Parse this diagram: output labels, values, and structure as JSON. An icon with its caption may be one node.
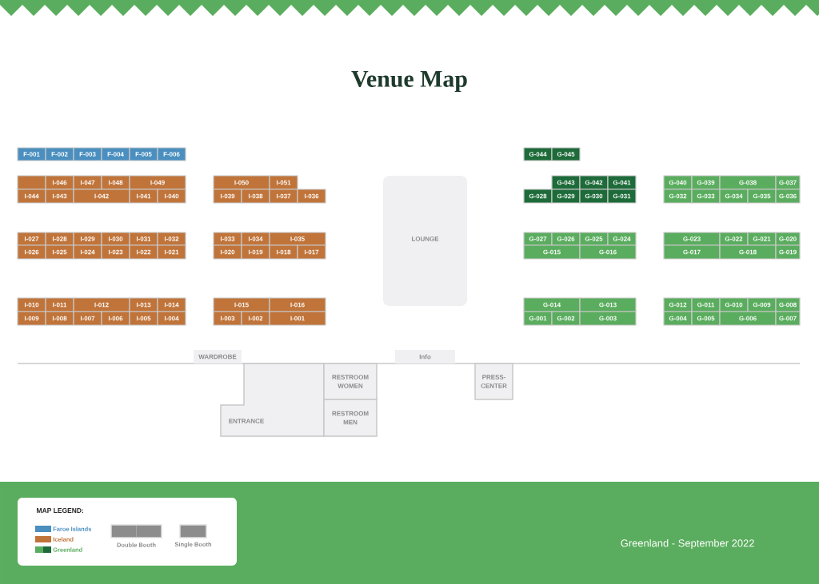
{
  "diagram": {
    "title": "Venue Map",
    "nodes": [
      {
        "text": [
          "F-001"
        ]
      },
      {
        "text": [
          "F-002"
        ]
      },
      {
        "text": [
          "F-003"
        ]
      },
      {
        "text": [
          "F-004"
        ]
      },
      {
        "text": [
          "F-005"
        ]
      },
      {
        "text": [
          "F-006"
        ]
      },
      {
        "text": [
          "G-044"
        ]
      },
      {
        "text": [
          "G-045"
        ]
      },
      {
        "text": [],
        "shape": "box"
      },
      {
        "text": [
          "I-046"
        ]
      },
      {
        "text": [
          "I-047"
        ]
      },
      {
        "text": [
          "I-048"
        ]
      },
      {
        "text": [
          "I-049"
        ]
      },
      {
        "text": [
          "I-050"
        ]
      },
      {
        "text": [
          "I-051"
        ]
      },
      {
        "text": [
          "G-043"
        ]
      },
      {
        "text": [
          "G-042"
        ]
      },
      {
        "text": [
          "G-041"
        ]
      },
      {
        "text": [
          "G-040"
        ]
      },
      {
        "text": [
          "G-039"
        ]
      },
      {
        "text": [
          "G-038"
        ]
      },
      {
        "text": [
          "G-037"
        ]
      },
      {
        "text": [
          "I-044"
        ]
      },
      {
        "text": [
          "I-043"
        ]
      },
      {
        "text": [
          "I-042"
        ]
      },
      {
        "text": [
          "I-041"
        ]
      },
      {
        "text": [
          "I-040"
        ]
      },
      {
        "text": [
          "I-039"
        ]
      },
      {
        "text": [
          "I-038"
        ]
      },
      {
        "text": [
          "I-037"
        ]
      },
      {
        "text": [
          "I-036"
        ]
      },
      {
        "text": [
          "G-028"
        ]
      },
      {
        "text": [
          "G-029"
        ]
      },
      {
        "text": [
          "G-030"
        ]
      },
      {
        "text": [
          "G-031"
        ]
      },
      {
        "text": [
          "G-032"
        ]
      },
      {
        "text": [
          "G-033"
        ]
      },
      {
        "text": [
          "G-034"
        ]
      },
      {
        "text": [
          "G-035"
        ]
      },
      {
        "text": [
          "G-036"
        ]
      },
      {
        "text": [
          "LOUNGE"
        ]
      },
      {
        "text": [
          "I-027"
        ]
      },
      {
        "text": [
          "I-028"
        ]
      },
      {
        "text": [
          "I-029"
        ]
      },
      {
        "text": [
          "I-030"
        ]
      },
      {
        "text": [
          "I-031"
        ]
      },
      {
        "text": [
          "I-032"
        ]
      },
      {
        "text": [
          "I-033"
        ]
      },
      {
        "text": [
          "I-034"
        ]
      },
      {
        "text": [
          "I-035"
        ]
      },
      {
        "text": [
          "G-027"
        ]
      },
      {
        "text": [
          "G-026"
        ]
      },
      {
        "text": [
          "G-025"
        ]
      },
      {
        "text": [
          "G-024"
        ]
      },
      {
        "text": [
          "G-023"
        ]
      },
      {
        "text": [
          "G-022"
        ]
      },
      {
        "text": [
          "G-021"
        ]
      },
      {
        "text": [
          "G-020"
        ]
      },
      {
        "text": [
          "I-026"
        ]
      },
      {
        "text": [
          "I-025"
        ]
      },
      {
        "text": [
          "I-024"
        ]
      },
      {
        "text": [
          "I-023"
        ]
      },
      {
        "text": [
          "I-022"
        ]
      },
      {
        "text": [
          "I-021"
        ]
      },
      {
        "text": [
          "I-020"
        ]
      },
      {
        "text": [
          "I-019"
        ]
      },
      {
        "text": [
          "I-018"
        ]
      },
      {
        "text": [
          "I-017"
        ]
      },
      {
        "text": [
          "G-015"
        ]
      },
      {
        "text": [
          "G-016"
        ]
      },
      {
        "text": [
          "G-017"
        ]
      },
      {
        "text": [
          "G-018"
        ]
      },
      {
        "text": [
          "G-019"
        ]
      },
      {
        "text": [
          "I-010"
        ]
      },
      {
        "text": [
          "I-011"
        ]
      },
      {
        "text": [
          "I-012"
        ]
      },
      {
        "text": [
          "I-013"
        ]
      },
      {
        "text": [
          "I-014"
        ]
      },
      {
        "text": [
          "I-015"
        ]
      },
      {
        "text": [
          "I-016"
        ]
      },
      {
        "text": [
          "G-014"
        ]
      },
      {
        "text": [
          "G-013"
        ]
      },
      {
        "text": [
          "G-012"
        ]
      },
      {
        "text": [
          "G-011"
        ]
      },
      {
        "text": [
          "G-010"
        ]
      },
      {
        "text": [
          "G-009"
        ]
      },
      {
        "text": [
          "G-008"
        ]
      },
      {
        "text": [
          "I-009"
        ]
      },
      {
        "text": [
          "I-008"
        ]
      },
      {
        "text": [
          "I-007"
        ]
      },
      {
        "text": [
          "I-006"
        ]
      },
      {
        "text": [
          "I-005"
        ]
      },
      {
        "text": [
          "I-004"
        ]
      },
      {
        "text": [
          "I-003"
        ]
      },
      {
        "text": [
          "I-002"
        ]
      },
      {
        "text": [
          "I-001"
        ]
      },
      {
        "text": [
          "G-001"
        ]
      },
      {
        "text": [
          "G-002"
        ]
      },
      {
        "text": [
          "G-003"
        ]
      },
      {
        "text": [
          "G-004"
        ]
      },
      {
        "text": [
          "G-005"
        ]
      },
      {
        "text": [
          "G-006"
        ]
      },
      {
        "text": [
          "G-007"
        ]
      },
      {
        "text": [
          "WARDROBE"
        ]
      },
      {
        "text": [
          "Info"
        ]
      },
      {
        "text": [
          "ENTRANCE"
        ]
      },
      {
        "text": [
          "RESTROOM WOMEN"
        ]
      },
      {
        "text": [
          "PRESS-CENTER"
        ]
      },
      {
        "text": [
          "RESTROOM MEN"
        ]
      }
    ],
    "labels": [
      "MAP LEGEND:",
      "Double Booth",
      "Single Booth",
      "Greenland - September 2022"
    ],
    "legend": [
      {
        "text": "Faroe Islands",
        "color": "#4a8fbf"
      },
      {
        "text": "Iceland",
        "color": "#c0743a"
      },
      {
        "text": "Greenland",
        "color": "#5aad5e"
      }
    ]
  }
}
